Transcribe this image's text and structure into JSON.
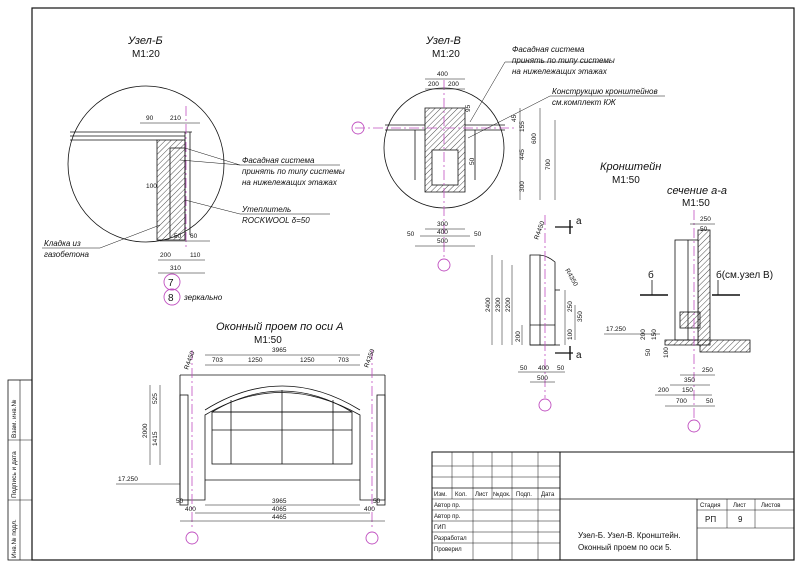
{
  "uzel_b": {
    "title": "Узел-Б",
    "scale": "М1:20",
    "note_facade": [
      "Фасадная система",
      "принять по типу системы",
      "на нижележащих этажах"
    ],
    "note_insul": [
      "Утеплитель",
      "ROCKWOOL δ=50"
    ],
    "note_masonry": [
      "Кладка из",
      "газобетона"
    ],
    "dims": [
      "90",
      "210",
      "100",
      "50",
      "60",
      "200",
      "110",
      "310"
    ],
    "marker_1": "7",
    "marker_2": "8",
    "marker_2_note": "зеркально"
  },
  "uzel_v": {
    "title": "Узел-В",
    "scale": "М1:20",
    "note_facade": [
      "Фасадная система",
      "принять по типу системы",
      "на нижележащих этажах"
    ],
    "note_bracket": [
      "Конструкцию кронштейнов",
      "см.комплект КЖ"
    ],
    "dims": [
      "400",
      "200",
      "200",
      "95",
      "45",
      "155",
      "600",
      "445",
      "700",
      "300",
      "50",
      "300",
      "400",
      "500",
      "50",
      "50"
    ]
  },
  "bracket": {
    "title": "Кронштейн",
    "scale": "М1:50",
    "section_mark": "а",
    "radii": [
      "R4450",
      "R4350"
    ],
    "dims_vertical": [
      "2400",
      "2300",
      "2200",
      "200",
      "250",
      "350",
      "100"
    ],
    "dims_bottom": [
      "50",
      "400",
      "50",
      "500"
    ]
  },
  "section_aa": {
    "title": "сечение а-а",
    "scale": "М1:50",
    "mark_b": "б",
    "mark_b_note": "б(см.узел В)",
    "level": "17.250",
    "dims": [
      "250",
      "50",
      "200",
      "150",
      "50",
      "100",
      "250",
      "350",
      "200",
      "150",
      "700",
      "50"
    ]
  },
  "window": {
    "title": "Оконный проем по оси А",
    "scale": "М1:50",
    "radii": [
      "R4450",
      "R4350"
    ],
    "dims_top": [
      "3965",
      "703",
      "1250",
      "1250",
      "703"
    ],
    "dims_left": [
      "525",
      "2000",
      "1415"
    ],
    "level": "17.250",
    "dims_bottom": [
      "3965",
      "4065",
      "4465",
      "50",
      "400",
      "50",
      "400"
    ]
  },
  "side_stamps": [
    "Взам. инв.№",
    "Подпись и дата",
    "Инв.№ подл."
  ],
  "title_block": {
    "headers": [
      "Изм.",
      "Кол.",
      "Лист",
      "№док.",
      "Подп.",
      "Дата"
    ],
    "roles": [
      "Автор пр.",
      "Автор пр.",
      "ГИП",
      "Разработал",
      "Проверил"
    ],
    "stage_labels": [
      "Стадия",
      "Лист",
      "Листов"
    ],
    "stage": "РП",
    "sheet": "9",
    "sheets": "",
    "description": [
      "Узел-Б. Узел-В. Кронштейн.",
      "Оконный проем по оси 5."
    ]
  }
}
